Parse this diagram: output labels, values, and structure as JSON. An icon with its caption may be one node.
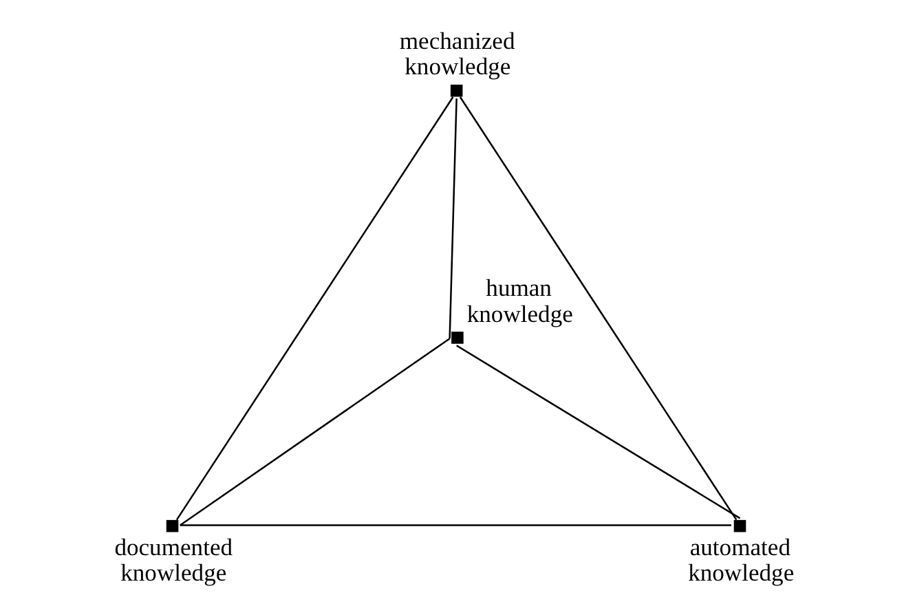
{
  "diagram": {
    "nodes": [
      {
        "text": [
          "mechanized knowledge"
        ]
      },
      {
        "text": [
          "human knowledge"
        ]
      },
      {
        "text": [
          "documented knowledge"
        ]
      },
      {
        "text": [
          "automated knowledge"
        ]
      }
    ],
    "edges": [
      {
        "from": 0,
        "to": 1,
        "arrow": "none"
      },
      {
        "from": 0,
        "to": 2,
        "arrow": "none"
      },
      {
        "from": 0,
        "to": 3,
        "arrow": "none"
      },
      {
        "from": 1,
        "to": 2,
        "arrow": "none"
      },
      {
        "from": 1,
        "to": 3,
        "arrow": "none"
      },
      {
        "from": 2,
        "to": 3,
        "arrow": "none"
      }
    ]
  }
}
